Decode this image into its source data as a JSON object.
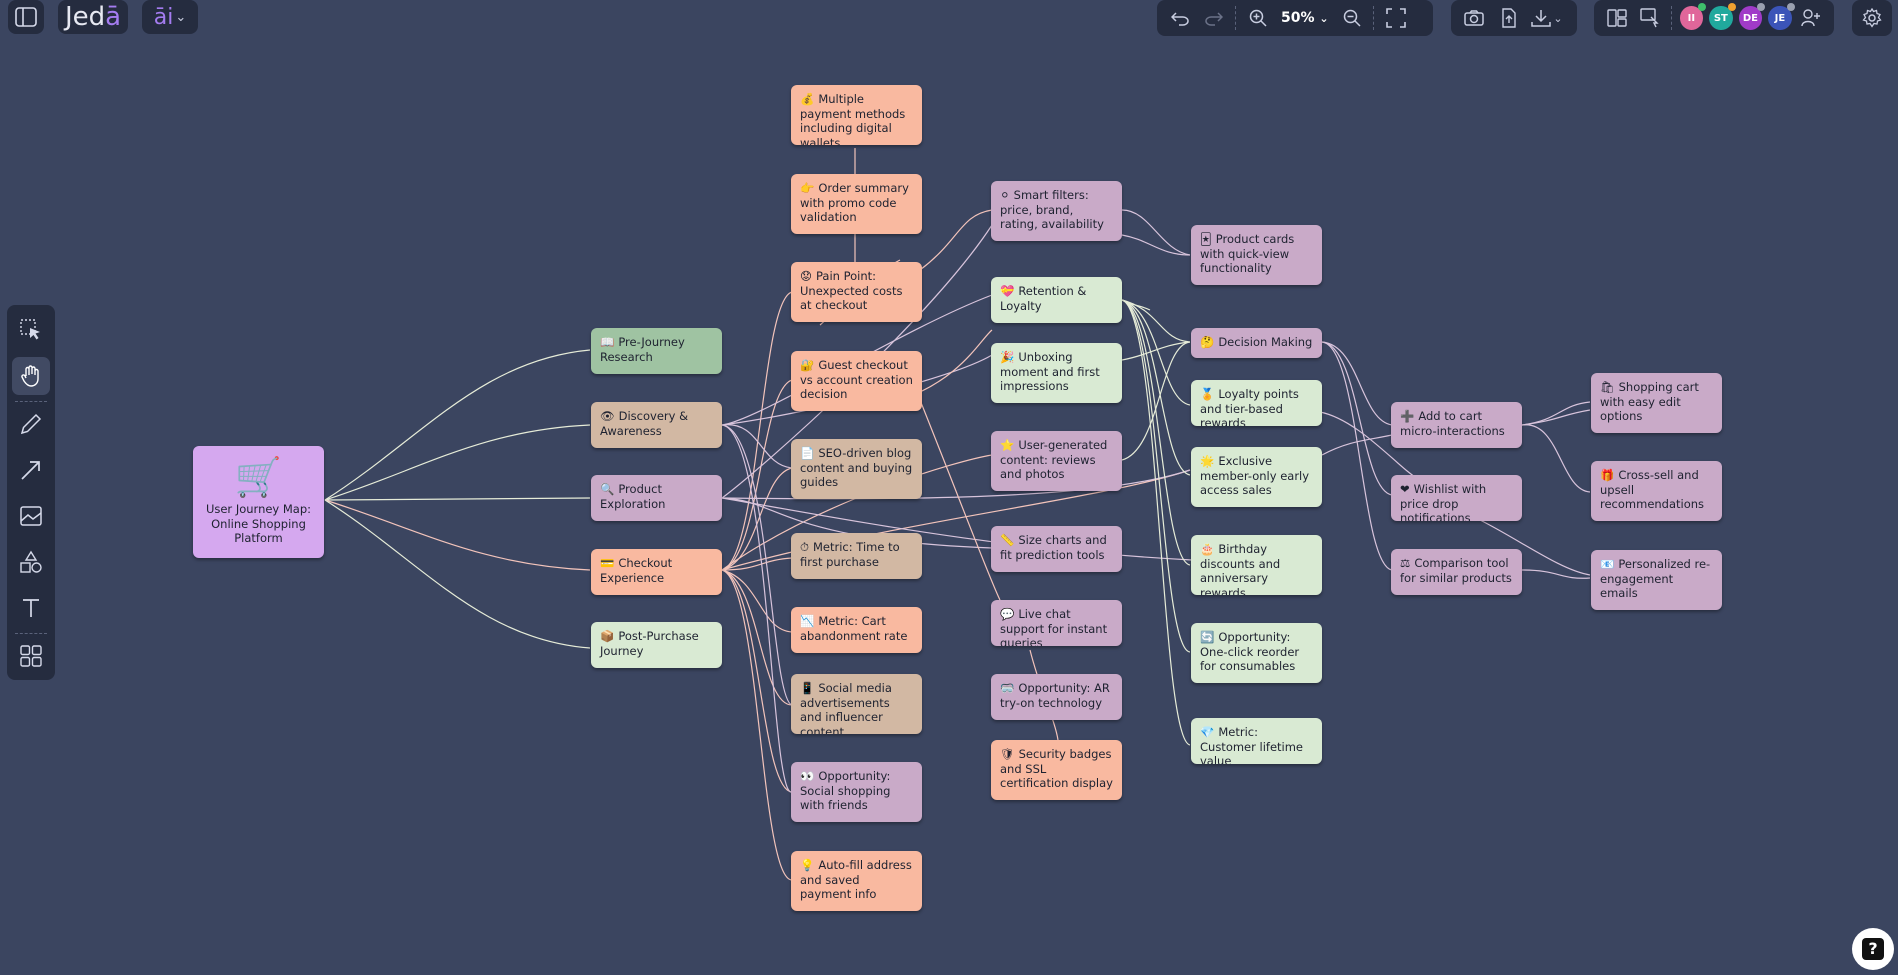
{
  "app": {
    "logo_text": "Jed",
    "logo_accent": "ā",
    "ai_label": "āi",
    "ai_chevron": "⌄",
    "zoom": "50%",
    "help_label": "?"
  },
  "toolbar_icons": {
    "panel": "sidebar-toggle-icon",
    "undo": "undo-icon",
    "redo": "redo-icon",
    "zoom_in": "zoom-in-icon",
    "zoom_out": "zoom-out-icon",
    "fit": "fit-screen-icon",
    "camera": "camera-icon",
    "share": "share-icon",
    "download": "download-icon",
    "layout": "layout-icon",
    "present": "present-icon",
    "add_user": "add-user-icon",
    "settings": "gear-icon"
  },
  "avatars": [
    {
      "initials": "II",
      "color": "#e0669a",
      "dot": "#3ec06b"
    },
    {
      "initials": "ST",
      "color": "#20a99d",
      "dot": "#f0a030"
    },
    {
      "initials": "DE",
      "color": "#a03bc8",
      "dot": "#9aa0b0"
    },
    {
      "initials": "JE",
      "color": "#3b54b8",
      "dot": "#9aa0b0"
    }
  ],
  "tools": [
    "select-tool",
    "hand-tool",
    "pen-tool",
    "arrow-tool",
    "image-tool",
    "shapes-tool",
    "text-tool",
    "grid-tool"
  ],
  "nodes": {
    "root": {
      "icon": "🛒",
      "text": "User Journey Map: Online Shopping Platform"
    },
    "prejourney": {
      "icon": "📖",
      "text": "Pre-Journey Research"
    },
    "discovery": {
      "icon": "👁",
      "text": "Discovery & Awareness"
    },
    "product": {
      "icon": "🔍",
      "text": "Product Exploration"
    },
    "checkout": {
      "icon": "💳",
      "text": "Checkout Experience"
    },
    "post": {
      "icon": "📦",
      "text": "Post-Purchase Journey"
    },
    "multipay": {
      "icon": "💰",
      "text": "Multiple payment methods including digital wallets"
    },
    "ordersummary": {
      "icon": "👉",
      "text": "Order summary with promo code validation"
    },
    "painpoint": {
      "icon": "😟",
      "text": "Pain Point: Unexpected costs at checkout"
    },
    "guest": {
      "icon": "🔐",
      "text": "Guest checkout vs account creation decision"
    },
    "seo": {
      "icon": "📄",
      "text": "SEO-driven blog content and buying guides"
    },
    "timetopurchase": {
      "icon": "⏱",
      "text": "Metric: Time to first purchase"
    },
    "cartabandon": {
      "icon": "📉",
      "text": "Metric: Cart abandonment rate"
    },
    "social": {
      "icon": "📱",
      "text": "Social media advertisements and influencer content"
    },
    "socialshop": {
      "icon": "👀",
      "text": "Opportunity: Social shopping with friends"
    },
    "autofill": {
      "icon": "💡",
      "text": "Auto-fill address and saved payment info"
    },
    "smartfilters": {
      "icon": "⚪",
      "text": "Smart filters: price, brand, rating, availability"
    },
    "retention": {
      "icon": "💝",
      "text": "Retention & Loyalty"
    },
    "unboxing": {
      "icon": "🎉",
      "text": "Unboxing moment and first impressions"
    },
    "ugc": {
      "icon": "⭐",
      "text": "User-generated content: reviews and photos"
    },
    "sizecharts": {
      "icon": "📏",
      "text": "Size charts and fit prediction tools"
    },
    "livechat": {
      "icon": "💬",
      "text": "Live chat support for instant queries"
    },
    "ar": {
      "icon": "🥽",
      "text": "Opportunity: AR try-on technology"
    },
    "security": {
      "icon": "🛡",
      "text": "Security badges and SSL certification display"
    },
    "productcards": {
      "icon": "🃏",
      "text": "Product cards with quick-view functionality"
    },
    "decision": {
      "icon": "🤔",
      "text": "Decision Making"
    },
    "loyaltypoints": {
      "icon": "🏅",
      "text": "Loyalty points and tier-based rewards"
    },
    "exclusive": {
      "icon": "🌟",
      "text": "Exclusive member-only early access sales"
    },
    "birthday": {
      "icon": "🎂",
      "text": "Birthday discounts and anniversary rewards"
    },
    "reorder": {
      "icon": "🔄",
      "text": "Opportunity: One-click reorder for consumables"
    },
    "clv": {
      "icon": "💎",
      "text": "Metric: Customer lifetime value"
    },
    "addtocart": {
      "icon": "➕",
      "text": "Add to cart micro-interactions"
    },
    "wishlist": {
      "icon": "❤",
      "text": "Wishlist with price drop notifications"
    },
    "comparison": {
      "icon": "⚖",
      "text": "Comparison tool for similar products"
    },
    "shoppingcart": {
      "icon": "🛍",
      "text": "Shopping cart with easy edit options"
    },
    "crosssell": {
      "icon": "🎁",
      "text": "Cross-sell and upsell recommendations"
    },
    "reengage": {
      "icon": "📧",
      "text": "Personalized re-engagement emails"
    }
  },
  "colors": {
    "background": "#3b4560",
    "peach": "#f9b9a0",
    "lavender": "#c9aac8",
    "mint": "#d9ead3",
    "tan": "#d2b8a3",
    "sage": "#9fc3a2",
    "root": "#d5a8ef",
    "edge_light": "#e6ecd8",
    "edge_pink": "#f3c4bb",
    "edge_lav": "#d8c4dc"
  }
}
